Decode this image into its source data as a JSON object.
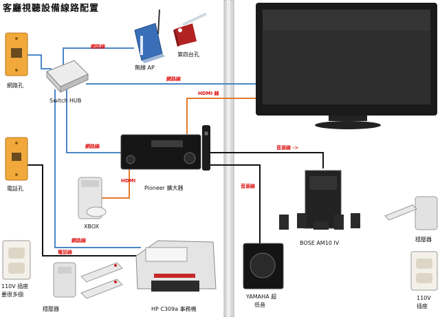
{
  "title": "客廳視聽設備線路配置",
  "labels": {
    "network_jack": "網路孔",
    "phone_jack": "電話孔",
    "switch_hub": "Switch HUB",
    "wireless_ap": "無線 AP",
    "fourth_tv": "第四台孔",
    "xbox": "XBOX",
    "amplifier": "Pioneer 擴大器",
    "speakers": "BOSE AM10 IV",
    "subwoofer_1": "YAMAHA 超",
    "subwoofer_2": "低音",
    "printer": "HP C309a 事務機",
    "outlet_left_1": "110V 插座",
    "outlet_left_2": "要很多個",
    "stabilizer_left": "穩壓器",
    "stabilizer_right": "穩壓器",
    "outlet_right_1": "110V",
    "outlet_right_2": "插座"
  },
  "cables": {
    "net_ap": "網路線",
    "net_tv": "網路線",
    "hdmi_tv": "HDMI 線",
    "net_amp": "網路線",
    "audio_bose": "音源線 ->",
    "hdmi_xbox": "HDMI",
    "audio_sub": "音源線",
    "net_printer": "網路線",
    "phone_printer": "電話線"
  },
  "colors": {
    "network_cable": "#4a86c5",
    "hdmi_cable": "#e07a2a",
    "audio_cable": "#111111",
    "cable_label": "#dd1111",
    "jack_plate": "#f2a93b",
    "wall_bar": "#d0d0d0"
  }
}
